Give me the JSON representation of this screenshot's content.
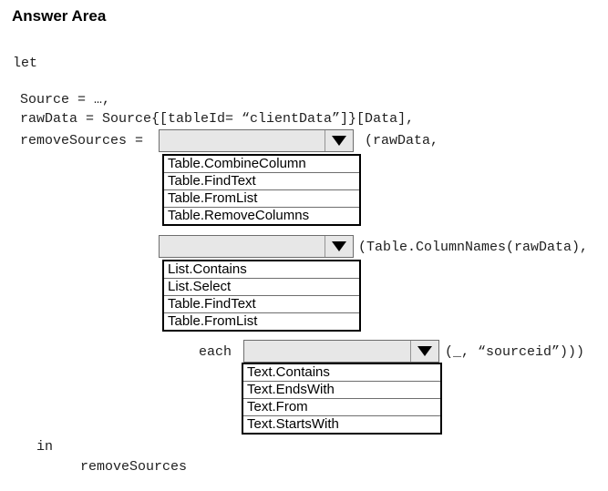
{
  "title": "Answer Area",
  "code": {
    "let_keyword": "let",
    "line_source": "Source = …,",
    "line_rawdata": "rawData = Source{[tableId= “clientData”]}[Data],",
    "line_removesources": "removeSources =",
    "after_dropdown1": "(rawData,",
    "after_dropdown2": "(Table.ColumnNames(rawData),",
    "each_keyword": "each",
    "after_dropdown3": "(_, “sourceid”)))",
    "in_keyword": "in",
    "line_result": "removeSources"
  },
  "dropdowns": [
    {
      "value": "",
      "options": [
        "Table.CombineColumn",
        "Table.FindText",
        "Table.FromList",
        "Table.RemoveColumns"
      ]
    },
    {
      "value": "",
      "options": [
        "List.Contains",
        "List.Select",
        "Table.FindText",
        "Table.FromList"
      ]
    },
    {
      "value": "",
      "options": [
        "Text.Contains",
        "Text.EndsWith",
        "Text.From",
        "Text.StartsWith"
      ]
    }
  ],
  "colors": {
    "combo_fill": "#e7e7e7",
    "combo_border": "#6e6e6e",
    "list_border": "#000000",
    "text": "#1e1e1e"
  }
}
